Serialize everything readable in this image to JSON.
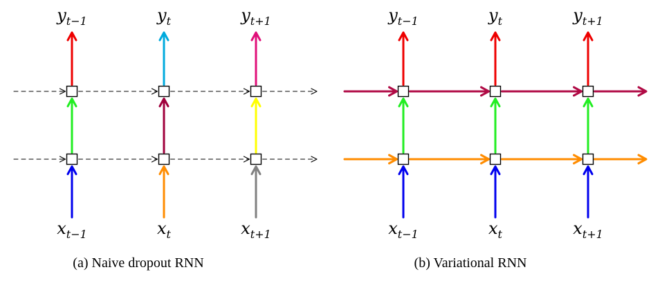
{
  "panels": [
    {
      "caption": "(a) Naive dropout RNN",
      "x_labels": [
        {
          "base": "x",
          "sub": "t−1"
        },
        {
          "base": "x",
          "sub": "t"
        },
        {
          "base": "x",
          "sub": "t+1"
        }
      ],
      "y_labels": [
        {
          "base": "y",
          "sub": "t−1"
        },
        {
          "base": "y",
          "sub": "t"
        },
        {
          "base": "y",
          "sub": "t+1"
        }
      ],
      "recurrent_style": "dashed-black",
      "input_arrow_colors": [
        "#0000ee",
        "#ff8c00",
        "#808080"
      ],
      "mid_arrow_colors": [
        "#22ee22",
        "#a0003c",
        "#ffff00"
      ],
      "output_arrow_colors": [
        "#ee0000",
        "#00aadd",
        "#e0107a"
      ]
    },
    {
      "caption": "(b) Variational RNN",
      "x_labels": [
        {
          "base": "x",
          "sub": "t−1"
        },
        {
          "base": "x",
          "sub": "t"
        },
        {
          "base": "x",
          "sub": "t+1"
        }
      ],
      "y_labels": [
        {
          "base": "y",
          "sub": "t−1"
        },
        {
          "base": "y",
          "sub": "t"
        },
        {
          "base": "y",
          "sub": "t+1"
        }
      ],
      "recurrent_style": "solid-colored",
      "top_recurrent_color": "#b00a45",
      "bottom_recurrent_color": "#ff8c00",
      "input_arrow_colors": [
        "#0000ee",
        "#0000ee",
        "#0000ee"
      ],
      "mid_arrow_colors": [
        "#22ee22",
        "#22ee22",
        "#22ee22"
      ],
      "output_arrow_colors": [
        "#ee0000",
        "#ee0000",
        "#ee0000"
      ]
    }
  ]
}
